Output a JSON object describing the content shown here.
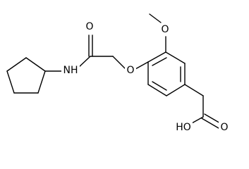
{
  "molecule": {
    "labels": {
      "oxygen_carbonyl_amide": "O",
      "nitrogen_amide": "NH",
      "oxygen_ether": "O",
      "oxygen_methoxy": "O",
      "oxygen_carbonyl_acid": "O",
      "hydroxyl_acid": "HO"
    }
  },
  "colors": {
    "bond": "#000000",
    "background": "#ffffff"
  }
}
